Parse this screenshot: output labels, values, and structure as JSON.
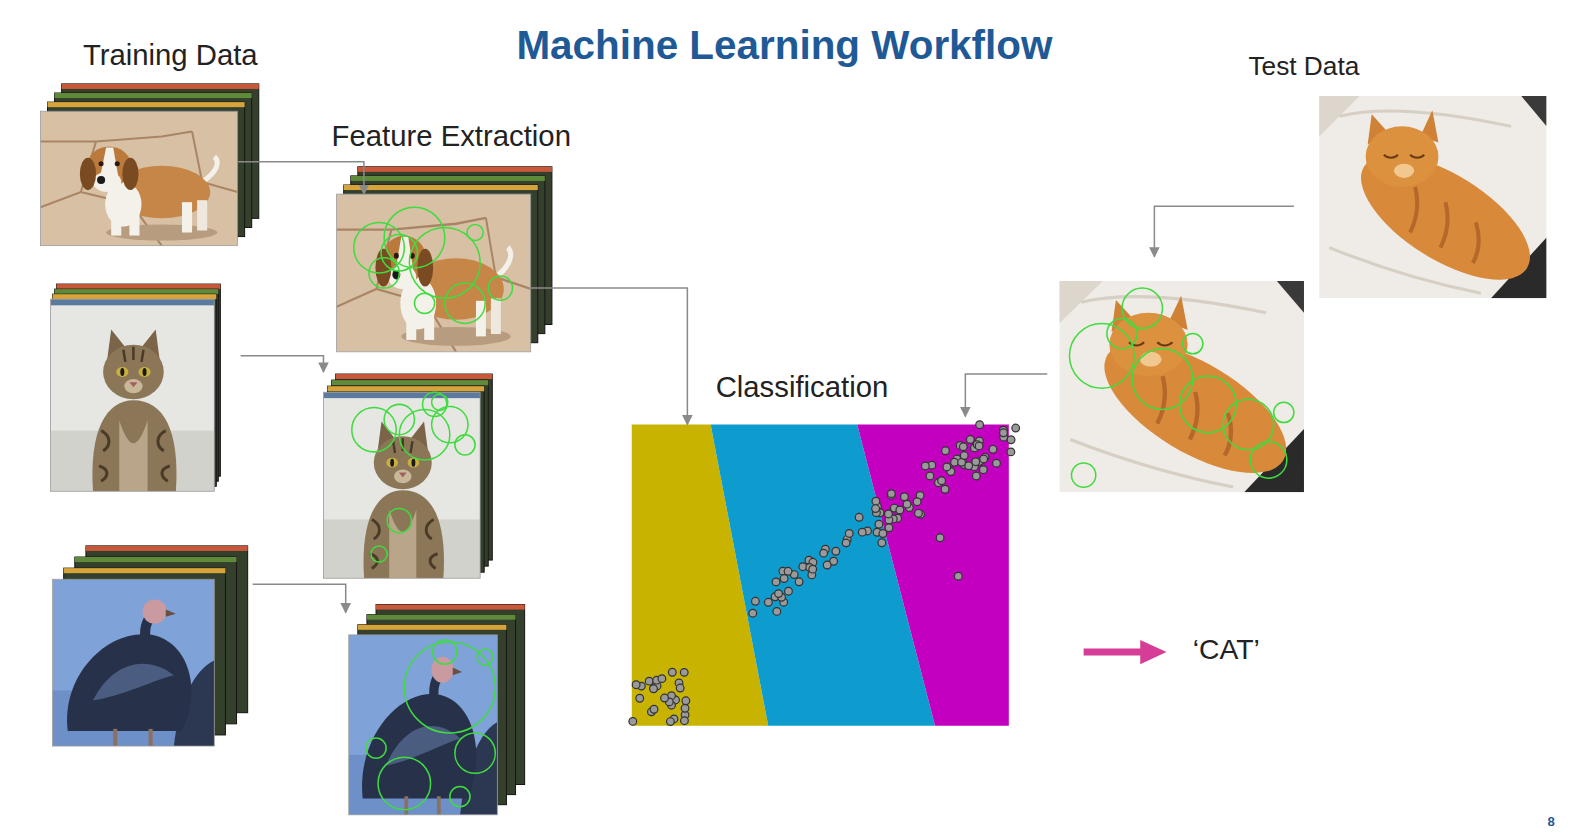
{
  "diagram": {
    "title": "Machine Learning Workflow",
    "nodes": [
      {
        "text": [
          "Training Data"
        ]
      },
      {
        "text": [
          "Feature Extraction"
        ]
      },
      {
        "text": [
          "Classification"
        ]
      },
      {
        "text": [
          "Test Data"
        ]
      }
    ],
    "edges": [
      {
        "from": 0,
        "to": 1,
        "arrow": "to"
      },
      {
        "from": 1,
        "to": 2,
        "arrow": "to"
      }
    ],
    "labels": [
      "‘CAT’",
      "8"
    ]
  }
}
